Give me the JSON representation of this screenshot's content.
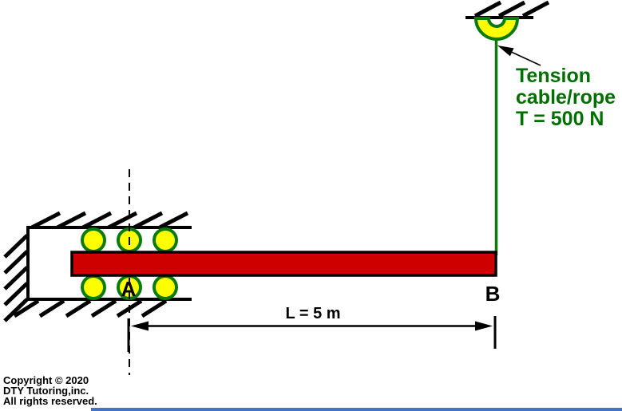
{
  "diagram": {
    "annotation": {
      "line1": "Tension",
      "line2": "cable/rope",
      "line3": "T = 500 N"
    },
    "labels": {
      "support_point": "A",
      "beam_end": "B",
      "dimension": "L = 5 m"
    },
    "footer": {
      "line1": "Copyright © 2020",
      "line2": "DTY Tutoring,inc.",
      "line3": "All rights reserved."
    }
  },
  "colors": {
    "beam_fill": "#cf0000",
    "outline": "#000000",
    "cable_green": "#0a7a0a",
    "annotation_green": "#006e00",
    "roller_fill": "#ffff00",
    "roller_stroke": "#0a7a0a",
    "hook_fill": "#ffff00",
    "hook_stroke": "#0a7a0a",
    "bottom_bar": "#4472c4"
  }
}
